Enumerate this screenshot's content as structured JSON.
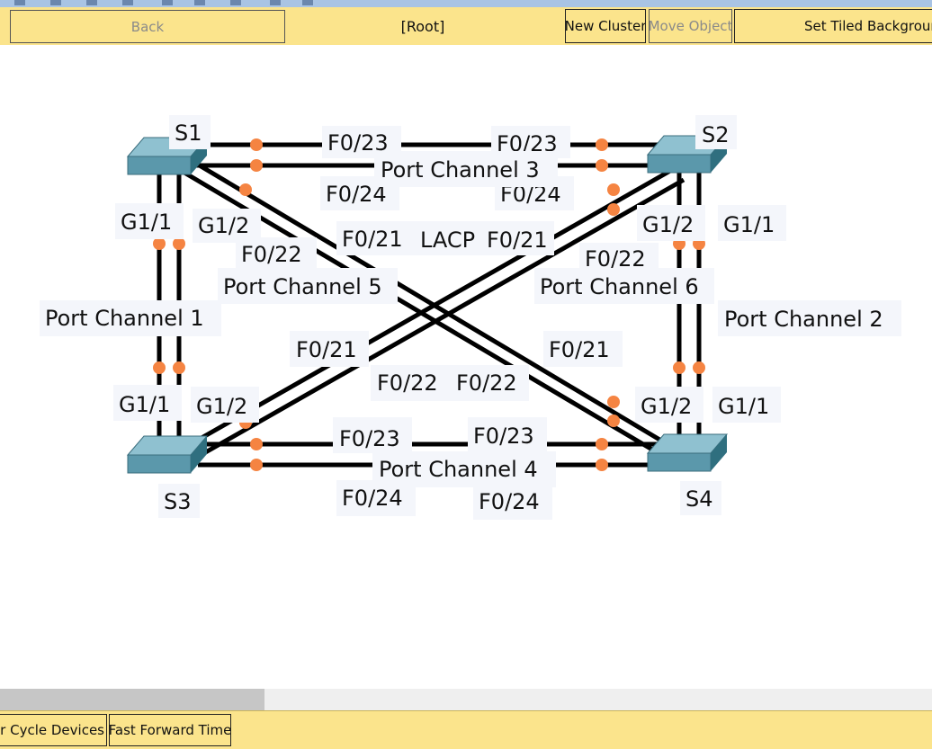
{
  "navbar": {
    "back_label": "Back",
    "root_label": "[Root]",
    "new_cluster_label": "New Cluster",
    "move_object_label": "Move Object",
    "set_tiled_background_label": "Set Tiled Background"
  },
  "bottombar": {
    "power_cycle_label": "Power Cycle Devices",
    "fast_forward_label": "Fast Forward Time"
  },
  "topology": {
    "devices": [
      "S1",
      "S2",
      "S3",
      "S4"
    ],
    "port_labels": {
      "s1_f023": "F0/23",
      "s2_f023": "F0/23",
      "s1_f024": "F0/24",
      "s2_f024": "F0/24",
      "s1_g11": "G1/1",
      "s1_g12": "G1/2",
      "s1_f022": "F0/22",
      "s1_f021": "F0/21",
      "s2_f021": "F0/21",
      "s2_f022": "F0/22",
      "s2_g12": "G1/2",
      "s2_g11": "G1/1",
      "s3_f021": "F0/21",
      "s3_f022": "F0/22",
      "s4_f022": "F0/22",
      "s4_f021": "F0/21",
      "s3_g11": "G1/1",
      "s3_g12": "G1/2",
      "s4_g12": "G1/2",
      "s4_g11": "G1/1",
      "s3_f023": "F0/23",
      "s4_f023": "F0/23",
      "s3_f024": "F0/24",
      "s4_f024": "F0/24"
    },
    "group_labels": {
      "pc1": "Port Channel 1",
      "pc2": "Port Channel 2",
      "pc3": "Port Channel 3",
      "pc4": "Port Channel 4",
      "pc5": "Port Channel 5",
      "pc6": "Port Channel 6",
      "lacp": "LACP"
    }
  },
  "colors": {
    "toolbar_yellow": "#fbe48c",
    "link_dot": "#f58442",
    "switch_teal": "#5b98ab",
    "cable_black": "#000000"
  }
}
